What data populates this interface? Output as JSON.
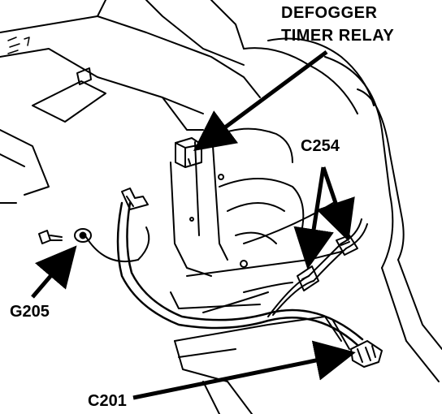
{
  "labels": {
    "defogger_line1": "DEFOGGER",
    "defogger_line2": "TIMER RELAY",
    "c254": "C254",
    "g205": "G205",
    "c201": "C201"
  },
  "colors": {
    "ink": "#000000",
    "paper": "#ffffff"
  }
}
